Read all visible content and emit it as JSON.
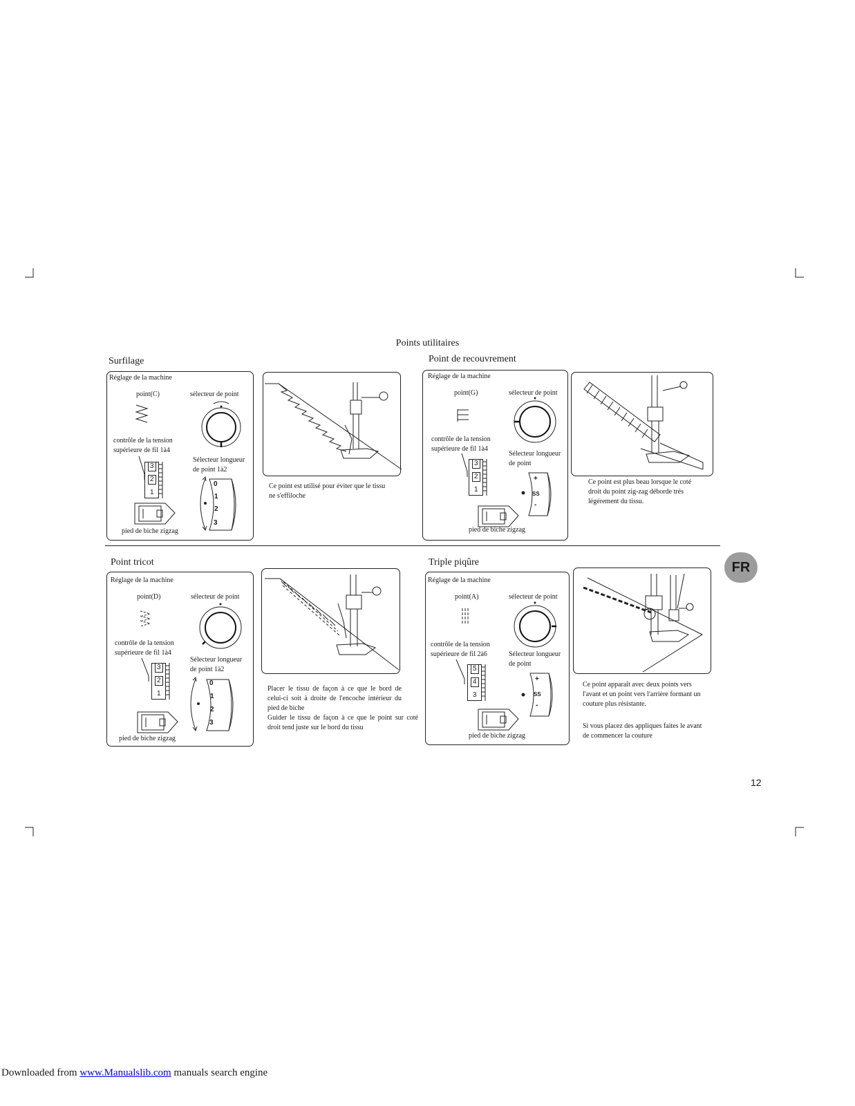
{
  "page_title": "Points utilitaires",
  "language_badge": "FR",
  "page_number": "12",
  "footer": {
    "prefix": "Downloaded from ",
    "link": "www.Manualslib.com",
    "suffix": " manuals search engine"
  },
  "sections": {
    "surfilage": {
      "title": "Surfilage",
      "settings_label": "Réglage de la machine",
      "stitch_label": "point",
      "stitch_code": "C",
      "selector_label": "sélecteur de point",
      "tension_label_1": "contrôle de la tension",
      "tension_label_2": "supérieure de fil 1à4",
      "length_label_1": "Sélecteur longueur",
      "length_label_2": "de point 1à2",
      "tension_values": [
        "3",
        "2",
        "1"
      ],
      "length_values": [
        "0",
        "1",
        "2",
        "3"
      ],
      "foot_label": "pied de biche zigzag",
      "description": "Ce point est utilisé pour éviter que le tissu ne s'effiloche"
    },
    "recouvrement": {
      "title": "Point de recouvrement",
      "settings_label": "Réglage de la machine",
      "stitch_label": "point",
      "stitch_code": "G",
      "selector_label": "sélecteur de point",
      "tension_label_1": "contrôle de la tension",
      "tension_label_2": "supérieure de fil 1à4",
      "length_label_1": "Sélecteur longueur",
      "length_label_2": "de point",
      "tension_values": [
        "3",
        "2",
        "1"
      ],
      "length_values": [
        "+",
        "SS",
        "-"
      ],
      "foot_label": "pied de biche zigzag",
      "description": "Ce point est plus beau lorsque le coté droit du point zig-zag déborde trés légérement du tissu."
    },
    "tricot": {
      "title": "Point tricot",
      "settings_label": "Réglage de la machine",
      "stitch_label": "point",
      "stitch_code": "D",
      "selector_label": "sélecteur de point",
      "tension_label_1": "contrôle de la tension",
      "tension_label_2": "supérieure de fil 1à4",
      "length_label_1": "Sélecteur longueur",
      "length_label_2": "de point 1à2",
      "tension_values": [
        "3",
        "2",
        "1"
      ],
      "length_values": [
        "0",
        "1",
        "2",
        "3"
      ],
      "foot_label": "pied de biche zigzag",
      "description_1": "Placer le tissu de façon à ce que le bord de celui-ci soit à droite de l'encoche intérieur du pied de biche",
      "description_2": "Guider le tissu de façon à ce que le point sur coté droit tend juste sur le bord du tissu"
    },
    "triple": {
      "title": "Triple piqûre",
      "settings_label": "Réglage de la machine",
      "stitch_label": "point",
      "stitch_code": "A",
      "selector_label": "sélecteur de point",
      "tension_label_1": "contrôle de la tension",
      "tension_label_2": "supérieure de fil 2à6",
      "length_label_1": "Sélecteur longueur",
      "length_label_2": "de point",
      "tension_values": [
        "5",
        "4",
        "3"
      ],
      "length_values": [
        "+",
        "SS",
        "-"
      ],
      "foot_label": "pied de biche zigzag",
      "description_1": "Ce point apparaît avec deux points vers l'avant et un point vers l'arrière formant un couture plus résistante.",
      "description_2": "Si vous placez des appliques faites le avant de commencer la couture"
    }
  }
}
